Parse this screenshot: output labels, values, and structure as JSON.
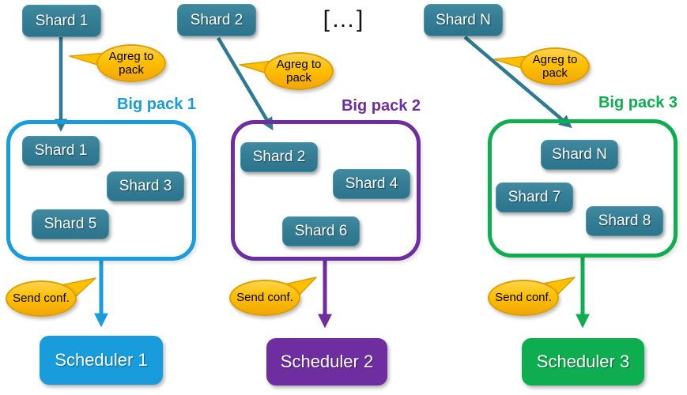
{
  "colors": {
    "teal": "#2E7A93",
    "blue": "#189CDB",
    "purple": "#6F2EA0",
    "green": "#0EAD4F",
    "orange": "#FFC000",
    "orange_dark": "#DE9E00"
  },
  "ellipsis": "[…]",
  "columns": [
    {
      "source_shard": "Shard 1",
      "aggregate_label": "Agreg to pack",
      "pack": {
        "title": "Big pack 1",
        "shards": [
          "Shard 1",
          "Shard 3",
          "Shard 5"
        ]
      },
      "send_label": "Send conf.",
      "scheduler": "Scheduler 1"
    },
    {
      "source_shard": "Shard 2",
      "aggregate_label": "Agreg to pack",
      "pack": {
        "title": "Big pack 2",
        "shards": [
          "Shard 2",
          "Shard 4",
          "Shard 6"
        ]
      },
      "send_label": "Send conf.",
      "scheduler": "Scheduler 2"
    },
    {
      "source_shard": "Shard N",
      "aggregate_label": "Agreg to pack",
      "pack": {
        "title": "Big pack 3",
        "shards": [
          "Shard N",
          "Shard 7",
          "Shard 8"
        ]
      },
      "send_label": "Send conf.",
      "scheduler": "Scheduler 3"
    }
  ]
}
